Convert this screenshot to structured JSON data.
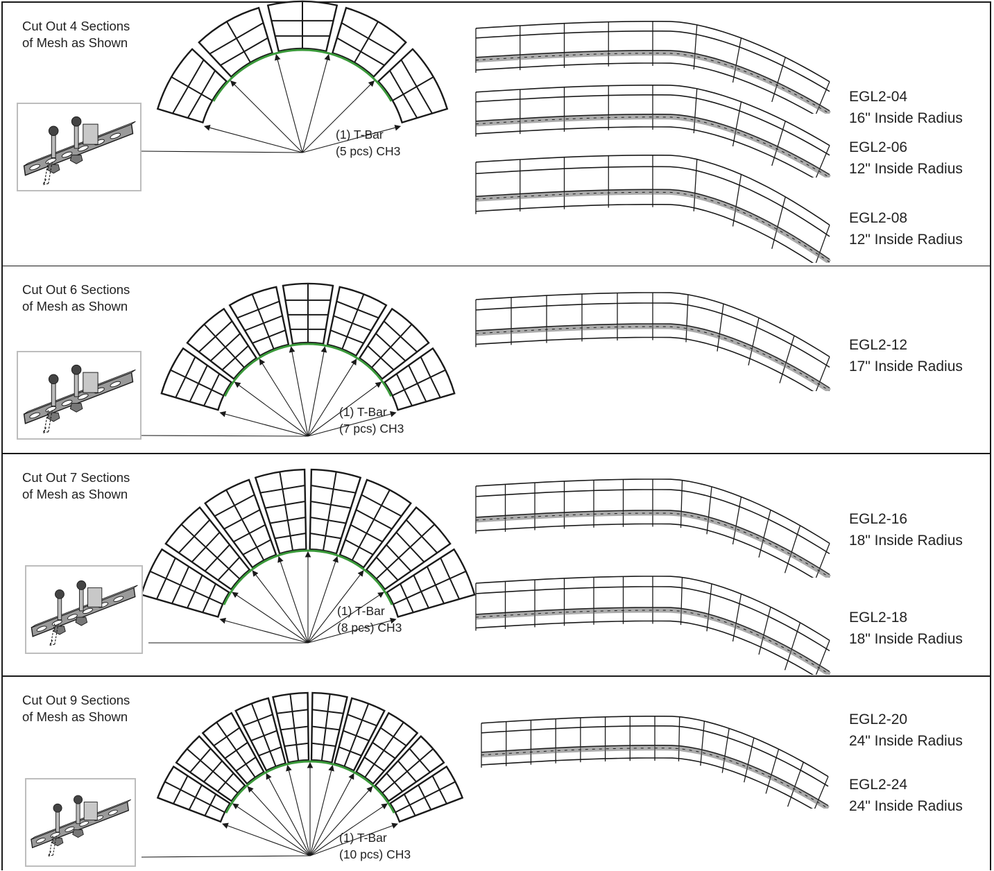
{
  "colors": {
    "border": "#1a1a1a",
    "green_arc": "#3a9a3a",
    "inset_border": "#bdbdbd"
  },
  "panels": [
    {
      "instruction": [
        "Cut Out 4 Sections",
        "of Mesh as Shown"
      ],
      "tbar": [
        "(1) T-Bar",
        "(5 pcs) CH3"
      ],
      "sections": 5,
      "labels": [
        {
          "code": "EGL2-04",
          "radius": "16\" Inside Radius"
        },
        {
          "code": "EGL2-06",
          "radius": "12\" Inside Radius"
        },
        {
          "code": "EGL2-08",
          "radius": "12\" Inside Radius"
        }
      ]
    },
    {
      "instruction": [
        "Cut Out 6 Sections",
        "of Mesh as Shown"
      ],
      "tbar": [
        "(1) T-Bar",
        "(7 pcs) CH3"
      ],
      "sections": 7,
      "labels": [
        {
          "code": "EGL2-12",
          "radius": "17\" Inside Radius"
        }
      ]
    },
    {
      "instruction": [
        "Cut Out 7 Sections",
        "of Mesh as Shown"
      ],
      "tbar": [
        "(1) T-Bar",
        "(8 pcs) CH3"
      ],
      "sections": 8,
      "labels": [
        {
          "code": "EGL2-16",
          "radius": "18\" Inside Radius"
        },
        {
          "code": "EGL2-18",
          "radius": "18\" Inside Radius"
        }
      ]
    },
    {
      "instruction": [
        "Cut Out 9 Sections",
        "of Mesh as Shown"
      ],
      "tbar": [
        "(1) T-Bar",
        "(10 pcs) CH3"
      ],
      "sections": 10,
      "labels": [
        {
          "code": "EGL2-20",
          "radius": "24\" Inside Radius"
        },
        {
          "code": "EGL2-24",
          "radius": "24\" Inside Radius"
        }
      ]
    }
  ]
}
